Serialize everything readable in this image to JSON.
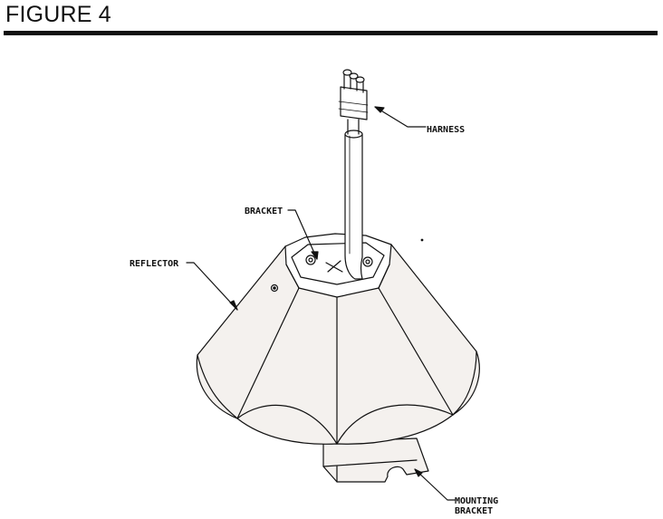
{
  "figure": {
    "title": "FIGURE 4"
  },
  "labels": {
    "harness": "HARNESS",
    "bracket": "BRACKET",
    "reflector": "REFLECTOR",
    "mounting_line1": "MOUNTING",
    "mounting_line2": "BRACKET"
  },
  "colors": {
    "line": "#111111",
    "fill": "#f4f1ee",
    "background": "#ffffff"
  }
}
